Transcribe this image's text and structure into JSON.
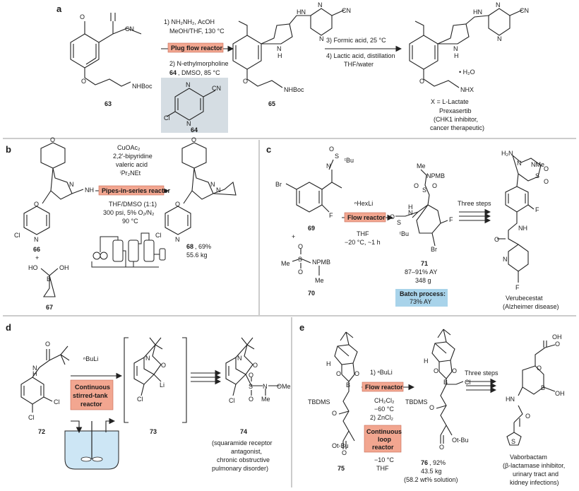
{
  "panels": {
    "a": {
      "label": "a",
      "sm_label": "63",
      "sm_groups": [
        "O",
        "CN",
        "O",
        "NHBoc"
      ],
      "step1": "1) NH₂NH₂, AcOH",
      "step1b": "MeOH/THF, 130 °C",
      "reactor": "Plug flow reactor",
      "step2": "2) N-ethylmorpholine",
      "step2b_num": "64",
      "step2b": ", DMSO, 85 °C",
      "box_label": "64",
      "box_groups": [
        "N",
        "CN",
        "Cl",
        "N"
      ],
      "int_label": "65",
      "int_groups": [
        "HN",
        "N",
        "CN",
        "N",
        "N",
        "H",
        "O",
        "NHBoc"
      ],
      "step3": "3) Formic acid, 25 °C",
      "step4": "4) Lactic acid, distillation",
      "step4b": "THF/water",
      "prod_groups": [
        "HN",
        "N",
        "CN",
        "N",
        "N",
        "H",
        "O",
        "• H₂O",
        "NHX"
      ],
      "x_def": "X = L-Lactate",
      "prod_name": "Prexasertib",
      "prod_desc1": "(CHK1 inhibitor,",
      "prod_desc2": "cancer therapeutic)"
    },
    "b": {
      "label": "b",
      "sm_label": "66",
      "sm_groups": [
        "O",
        "N",
        "NH",
        "O",
        "Cl",
        "N"
      ],
      "plus": "+",
      "boronic_label": "67",
      "boronic_groups": [
        "HO",
        "B",
        "OH"
      ],
      "cond1": "CuOAc₂",
      "cond2": "2,2′-bipyridine",
      "cond3": "valeric acid",
      "cond4": "ⁱPr₂NEt",
      "reactor": "Pipes-in-series reactor",
      "cond5": "THF/DMSO (1:1)",
      "cond6": "300 psi, 5% O₂/N₂",
      "cond7": "90 °C",
      "prod_label": "68",
      "prod_yield": ", 69%",
      "prod_mass": "55.6 kg",
      "prod_groups": [
        "O",
        "N",
        "N",
        "O",
        "Cl",
        "N"
      ]
    },
    "c": {
      "label": "c",
      "sm_label": "69",
      "sm_groups": [
        "Br",
        "N",
        "S",
        "O",
        "ᵗBu",
        "F"
      ],
      "plus": "+",
      "sulf_label": "70",
      "sulf_groups": [
        "Me",
        "S",
        "O",
        "O",
        "NPMB",
        "Me"
      ],
      "reagent": "ⁿHexLi",
      "reactor": "Flow reactor",
      "cond1": "THF",
      "cond2": "−20 °C, ~1 h",
      "prod_label": "71",
      "prod_yield": "87–91% AY",
      "prod_mass": "348 g",
      "prod_groups": [
        "Me",
        "NPMB",
        "S",
        "O",
        "O",
        "H",
        "N",
        "O",
        "S",
        "ᵗBu",
        "F",
        "Br"
      ],
      "batch_label": "Batch process:",
      "batch_value": "73% AY",
      "three_steps": "Three steps",
      "final_groups": [
        "H₂N",
        "N",
        "NMe",
        "S",
        "O",
        "O",
        "F",
        "NH",
        "O",
        "N",
        "F"
      ],
      "final_name": "Verubecestat",
      "final_desc": "(Alzheimer disease)"
    },
    "d": {
      "label": "d",
      "sm_label": "72",
      "sm_groups": [
        "O",
        "N",
        "H",
        "Cl",
        "Cl"
      ],
      "reagent": "ⁿBuLi",
      "reactor1": "Continuous",
      "reactor2": "stirred-tank",
      "reactor3": "reactor",
      "int_label": "73",
      "int_groups": [
        "N",
        "O",
        "Li",
        "Cl"
      ],
      "prod_label": "74",
      "prod_groups": [
        "N",
        "O",
        "S",
        "O",
        "O",
        "N",
        "OMe",
        "Me",
        "Cl"
      ],
      "desc1": "(squaramide receptor",
      "desc2": "antagonist,",
      "desc3": "chronic obstructive",
      "desc4": "pulmonary disorder)"
    },
    "e": {
      "label": "e",
      "sm_label": "75",
      "sm_groups": [
        "H",
        "O",
        "O",
        "B",
        "TBDMS",
        "O",
        "O",
        "Ot-Bu"
      ],
      "step1": "1) ⁿBuLi",
      "reactor1": "Flow reactor",
      "cond1": "CH₂Cl₂",
      "cond2": "−60 °C",
      "step2": "2) ZnCl₂",
      "reactor2a": "Continuous",
      "reactor2b": "loop",
      "reactor2c": "reactor",
      "cond3": "−10 °C",
      "cond4": "THF",
      "prod_label": "76",
      "prod_yield": ", 92%",
      "prod_mass": "43.5 kg",
      "prod_solution": "(58.2 wt% solution)",
      "prod_groups": [
        "H",
        "O",
        "O",
        "B",
        "Cl",
        "TBDMS",
        "O",
        "O",
        "Ot-Bu"
      ],
      "three_steps": "Three steps",
      "final_groups": [
        "O",
        "OH",
        "O",
        "B",
        "OH",
        "HN",
        "O",
        "S"
      ],
      "final_name": "Vaborbactam",
      "final_desc1": "(β-lactamase inhibitor,",
      "final_desc2": "urinary tract and",
      "final_desc3": "kidney infections)"
    }
  },
  "colors": {
    "reactor_fill": "#f2a690",
    "box_fill": "#d5dde3",
    "batch_fill": "#a8d3ea",
    "water": "#cde6f5",
    "divider": "#9a9a9a"
  }
}
